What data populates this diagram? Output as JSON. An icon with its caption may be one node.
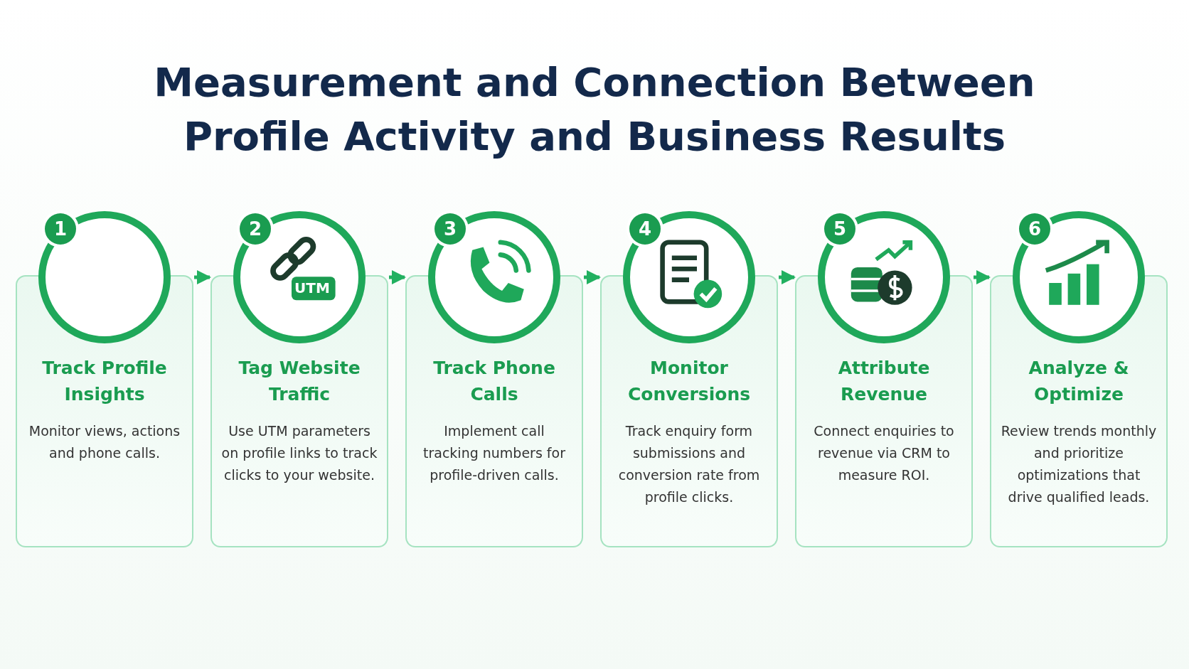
{
  "diagram": {
    "title": "Measurement and Connection Between Profile Activity and Business Results",
    "nodes": [
      {
        "text": [
          "Track Profile Insights",
          "Monitor views, actions and phone calls."
        ]
      },
      {
        "text": [
          "Tag Website Traffic",
          "Use UTM parameters on profile links to track clicks to your website."
        ]
      },
      {
        "text": [
          "Track Phone Calls",
          "Implement call tracking numbers for profile-driven calls."
        ]
      },
      {
        "text": [
          "Monitor Conversions",
          "Track enquiry form submissions and conversion rate from profile clicks."
        ]
      },
      {
        "text": [
          "Attribute Revenue",
          "Connect enquiries to revenue via CRM to measure ROI."
        ]
      },
      {
        "text": [
          "Analyze & Optimize",
          "Review trends monthly and prioritize optimizations that drive qualified leads."
        ]
      }
    ],
    "edges": [
      {
        "from": 0,
        "to": 1,
        "arrow": "to"
      },
      {
        "from": 1,
        "to": 2,
        "arrow": "to"
      },
      {
        "from": 2,
        "to": 3,
        "arrow": "to"
      },
      {
        "from": 3,
        "to": 4,
        "arrow": "to"
      },
      {
        "from": 4,
        "to": 5,
        "arrow": "to"
      }
    ],
    "labels": [
      "1",
      "2",
      "UTM",
      "3",
      "4",
      "5",
      "6"
    ]
  }
}
